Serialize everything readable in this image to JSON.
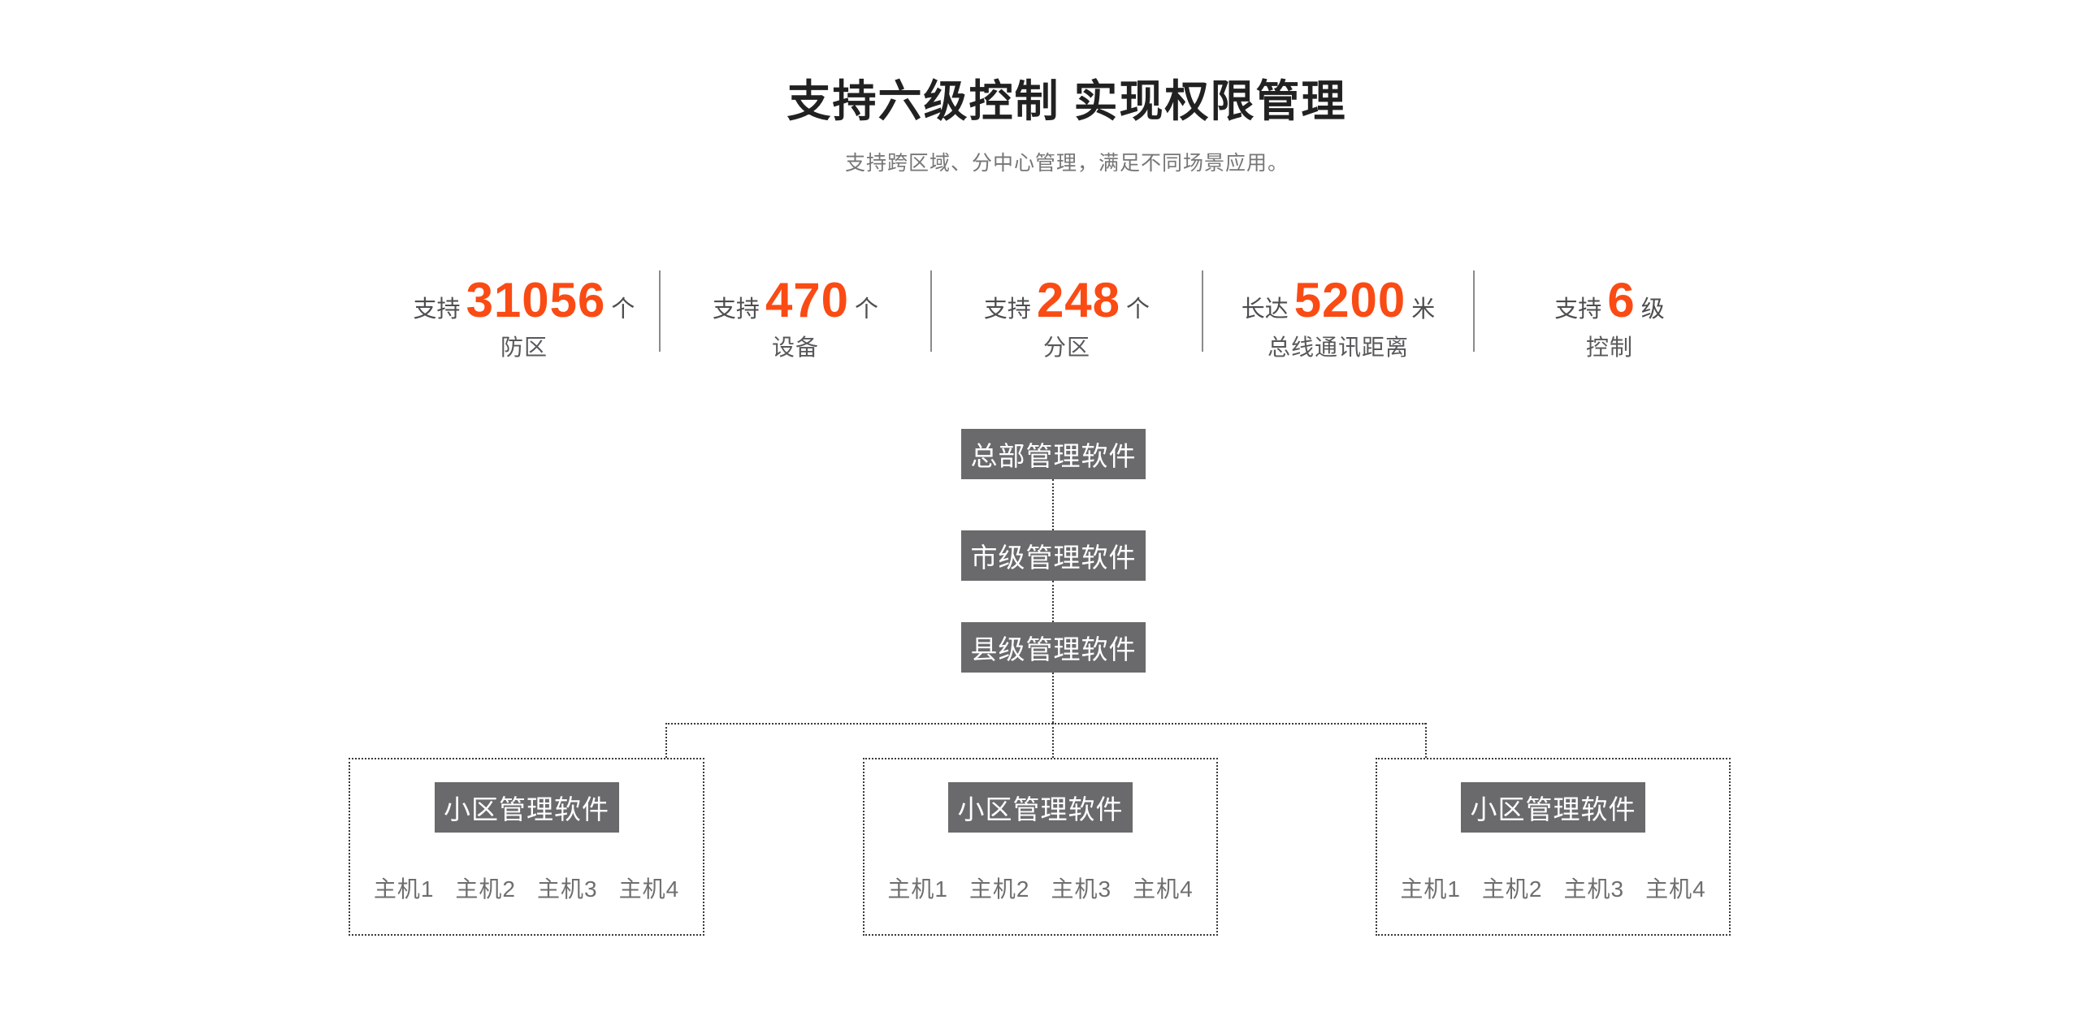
{
  "header": {
    "title": "支持六级控制 实现权限管理",
    "subtitle": "支持跨区域、分中心管理，满足不同场景应用。"
  },
  "stats": {
    "items": [
      {
        "prefix": "支持",
        "value": "31056",
        "unit": "个",
        "label": "防区"
      },
      {
        "prefix": "支持",
        "value": "470",
        "unit": "个",
        "label": "设备"
      },
      {
        "prefix": "支持",
        "value": "248",
        "unit": "个",
        "label": "分区"
      },
      {
        "prefix": "长达",
        "value": "5200",
        "unit": "米",
        "label": "总线通讯距离"
      },
      {
        "prefix": "支持",
        "value": "6",
        "unit": "级",
        "label": "控制"
      }
    ]
  },
  "org_chart": {
    "levels": [
      {
        "label": "总部管理软件"
      },
      {
        "label": "市级管理软件"
      },
      {
        "label": "县级管理软件"
      }
    ],
    "groups": [
      {
        "title": "小区管理软件",
        "hosts": [
          "主机1",
          "主机2",
          "主机3",
          "主机4"
        ]
      },
      {
        "title": "小区管理软件",
        "hosts": [
          "主机1",
          "主机2",
          "主机3",
          "主机4"
        ]
      },
      {
        "title": "小区管理软件",
        "hosts": [
          "主机1",
          "主机2",
          "主机3",
          "主机4"
        ]
      }
    ]
  },
  "colors": {
    "accent": "#fa4b14",
    "node_background": "#6a6a6c",
    "node_text": "#ffffff",
    "title_text": "#212121",
    "subtitle_text": "#767676",
    "stat_inline_text": "#4e4e50",
    "stat_label_text": "#58585a",
    "host_text": "#6e6e6e",
    "dotted_line": "#3a3a3a",
    "stat_divider": "#8a8b8d",
    "page_background": "#ffffff"
  }
}
